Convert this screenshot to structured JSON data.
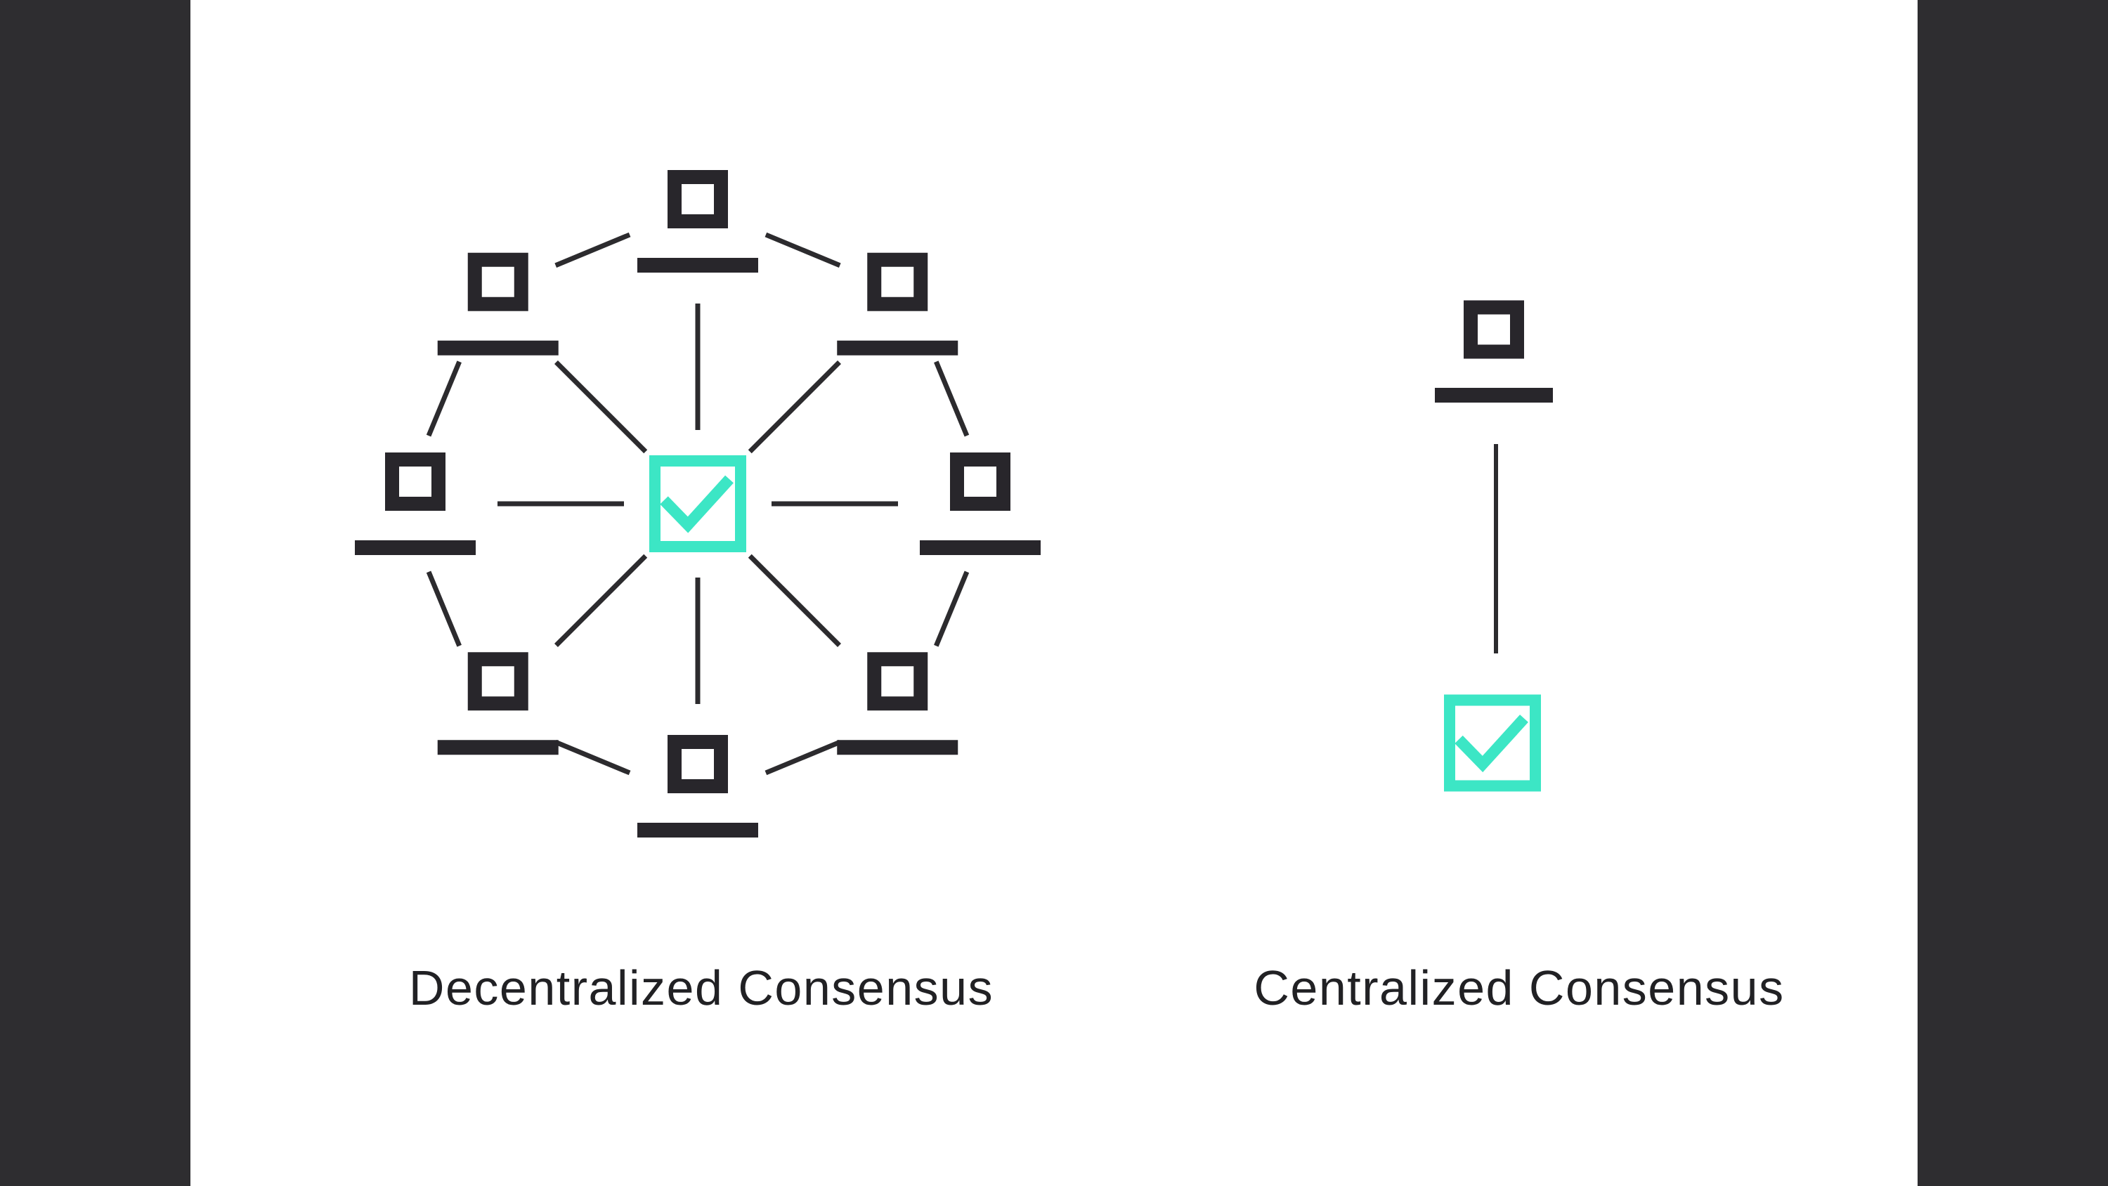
{
  "colors": {
    "bg": "#ffffff",
    "panel": "#2e2d30",
    "dark": "#28262b",
    "line": "#2c2b2e",
    "teal": "#3ce6c5",
    "text": "#212124"
  },
  "left_diagram": {
    "label": "Decentralized Consensus",
    "type": "network-wheel",
    "node_count": 8,
    "node_icon": "computer",
    "center_icon": "checked-checkbox"
  },
  "right_diagram": {
    "label": "Centralized Consensus",
    "type": "single-link",
    "node_count": 1,
    "node_icon": "computer",
    "center_icon": "checked-checkbox"
  }
}
